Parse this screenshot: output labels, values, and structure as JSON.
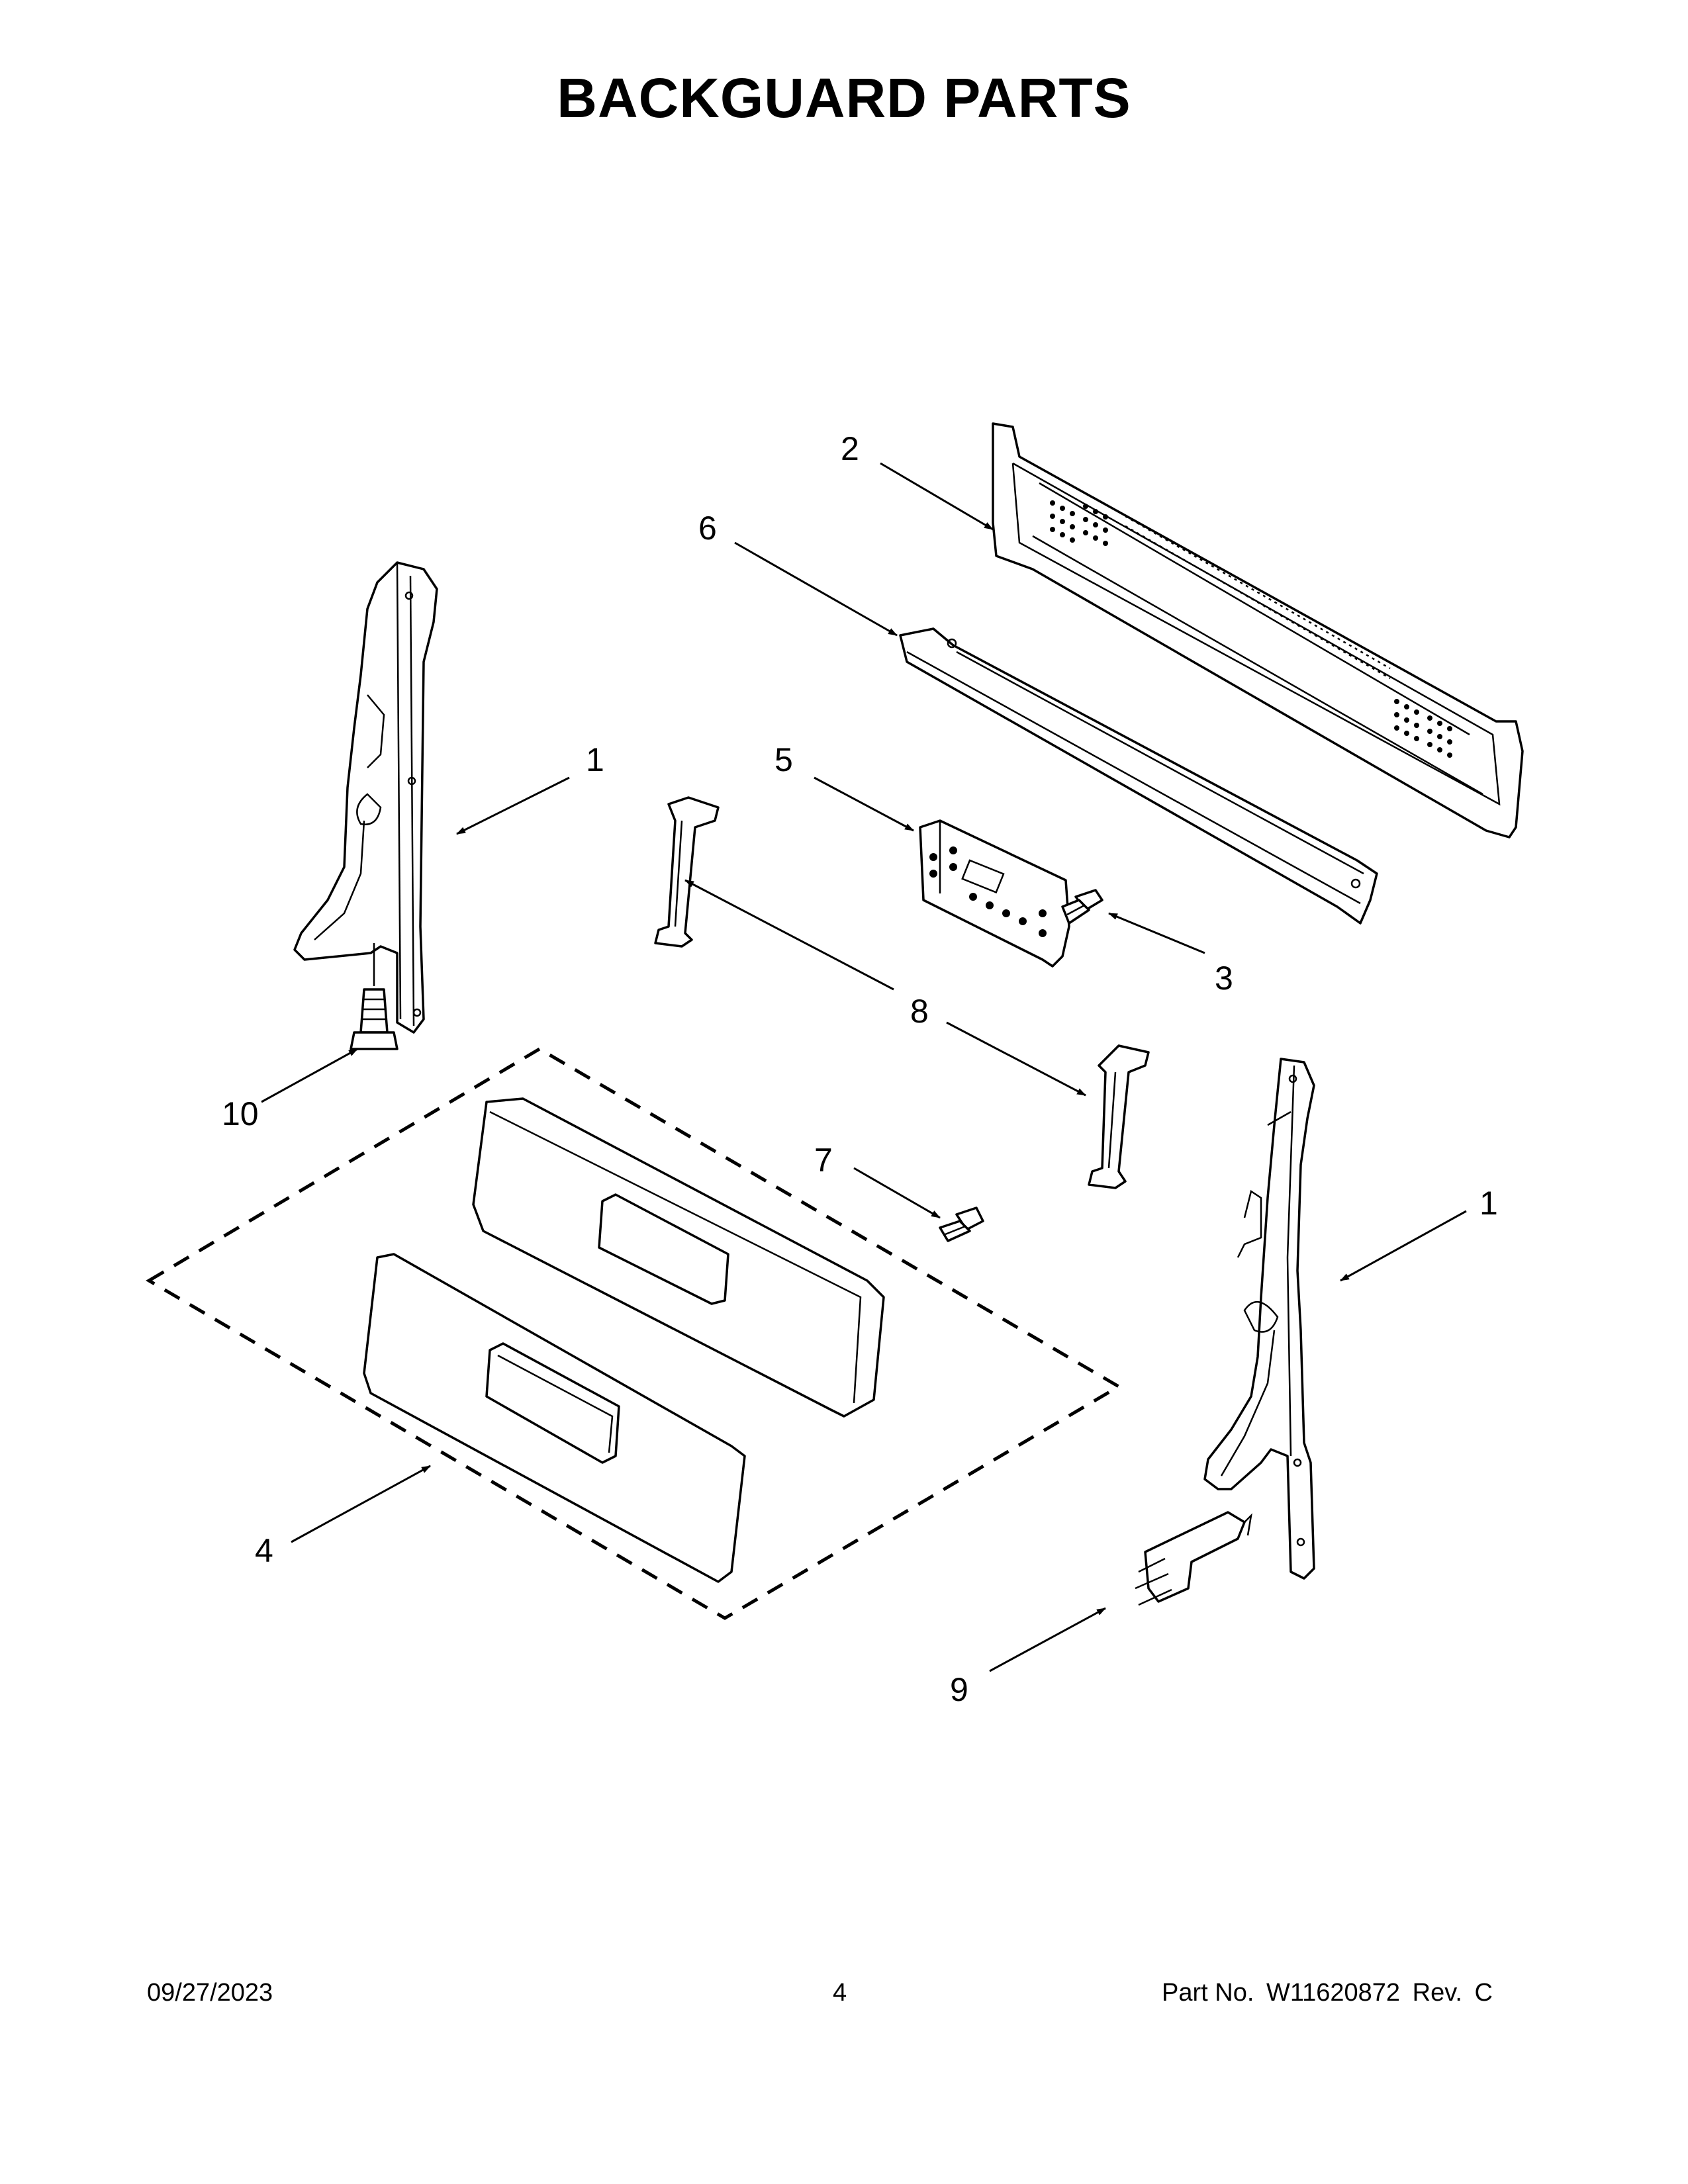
{
  "page": {
    "title": "BACKGUARD PARTS",
    "footer": {
      "date": "09/27/2023",
      "page_number": "4",
      "part_label": "Part No.",
      "part_number": "W11620872",
      "rev_label": "Rev.",
      "rev_value": "C"
    }
  },
  "callouts": {
    "left_end_cap": "1",
    "right_end_cap": "1",
    "rear_panel": "2",
    "control_screw": "3",
    "console_panel": "4",
    "control_board": "5",
    "support_bracket": "6",
    "console_screw": "7",
    "clip_upper": "8",
    "clip_lower": "8",
    "anti_tip_bracket": "9",
    "mounting_bolt": "10"
  }
}
